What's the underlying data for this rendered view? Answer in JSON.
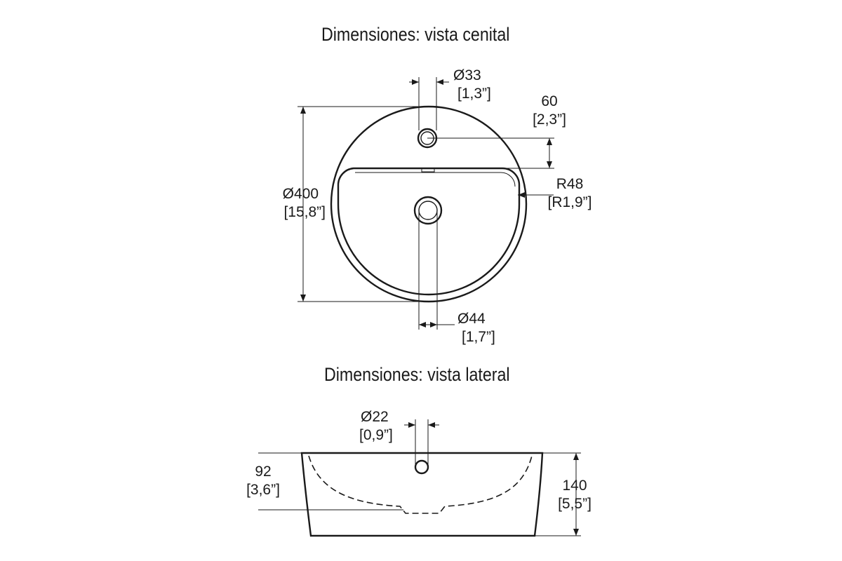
{
  "titles": {
    "top_view": "Dimensiones: vista cenital",
    "side_view": "Dimensiones: vista lateral"
  },
  "top_view": {
    "overflow_hole": {
      "value": "Ø33",
      "inch": "[1,3”]"
    },
    "overflow_offset": {
      "value": "60",
      "inch": "[2,3”]"
    },
    "outer_diameter": {
      "value": "Ø400",
      "inch": "[15,8”]"
    },
    "inner_radius": {
      "value": "R48",
      "inch": "[R1,9”]"
    },
    "drain_hole": {
      "value": "Ø44",
      "inch": "[1,7”]"
    }
  },
  "side_view": {
    "overflow_hole": {
      "value": "Ø22",
      "inch": "[0,9”]"
    },
    "bowl_depth": {
      "value": "92",
      "inch": "[3,6”]"
    },
    "total_height": {
      "value": "140",
      "inch": "[5,5”]"
    }
  }
}
